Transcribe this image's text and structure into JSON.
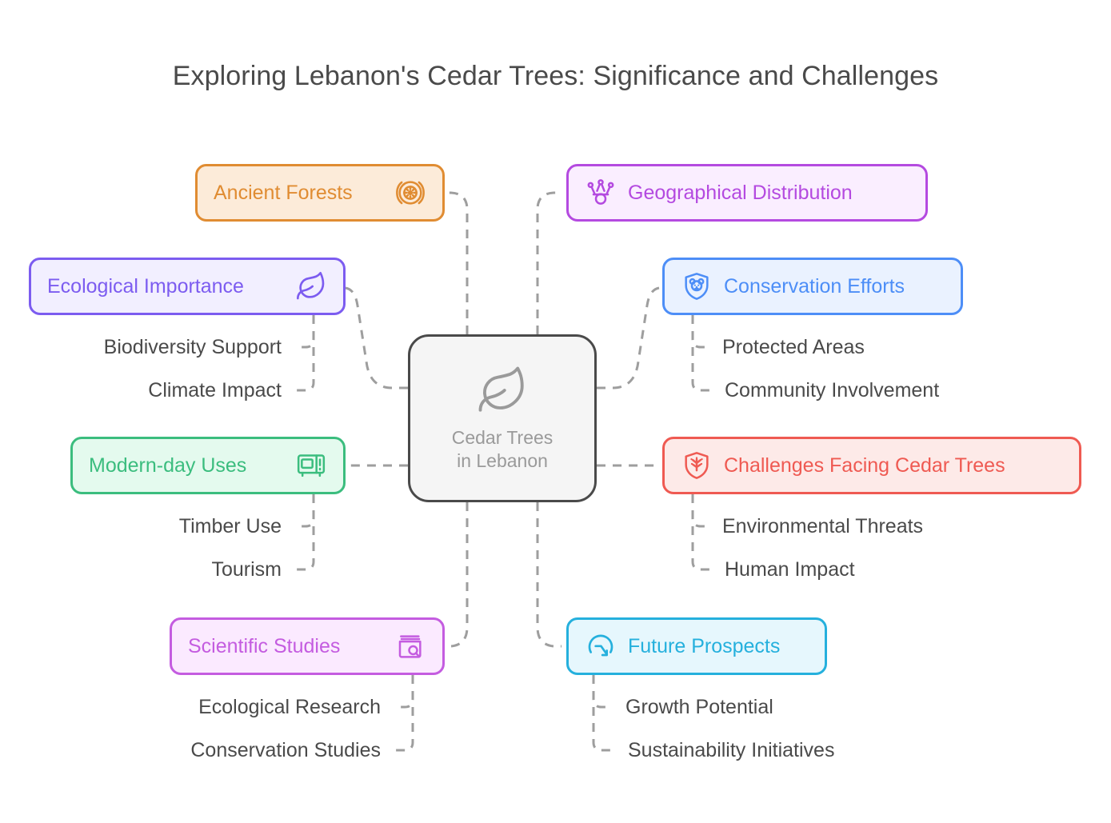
{
  "page": {
    "title": "Exploring Lebanon's Cedar Trees: Significance and Challenges",
    "background": "#ffffff",
    "edge_color": "#9e9e9e"
  },
  "center": {
    "label": "Cedar Trees\nin Lebanon",
    "icon": "leaf-icon",
    "border_color": "#4a4a4a",
    "fill_color": "#f5f5f5",
    "text_color": "#9a9a9a"
  },
  "branches": [
    {
      "id": "ancient-forests",
      "label": "Ancient Forests",
      "icon": "tree-rings-icon",
      "icon_side": "right",
      "color": "#e08c32",
      "fill": "#fcebd9",
      "children": []
    },
    {
      "id": "ecological-importance",
      "label": "Ecological Importance",
      "icon": "leaf-icon",
      "icon_side": "right",
      "color": "#7c5cf0",
      "fill": "#f2efff",
      "children": [
        {
          "label": "Biodiversity Support"
        },
        {
          "label": "Climate Impact"
        }
      ]
    },
    {
      "id": "modern-day-uses",
      "label": "Modern-day Uses",
      "icon": "appliance-icon",
      "icon_side": "right",
      "color": "#3bbd7e",
      "fill": "#e4faee",
      "children": [
        {
          "label": "Timber Use"
        },
        {
          "label": "Tourism"
        }
      ]
    },
    {
      "id": "scientific-studies",
      "label": "Scientific Studies",
      "icon": "book-search-icon",
      "icon_side": "right",
      "color": "#c45ce0",
      "fill": "#fbeaff",
      "children": [
        {
          "label": "Ecological Research"
        },
        {
          "label": "Conservation Studies"
        }
      ]
    },
    {
      "id": "geographical-distribution",
      "label": "Geographical Distribution",
      "icon": "crown-icon",
      "icon_side": "left",
      "color": "#b44ae0",
      "fill": "#faeeff",
      "children": []
    },
    {
      "id": "conservation-efforts",
      "label": "Conservation Efforts",
      "icon": "shield-bear-icon",
      "icon_side": "left",
      "color": "#4d8ef7",
      "fill": "#eaf2ff",
      "children": [
        {
          "label": "Protected Areas"
        },
        {
          "label": "Community Involvement"
        }
      ]
    },
    {
      "id": "challenges-facing-cedar-trees",
      "label": "Challenges Facing Cedar Trees",
      "icon": "shield-pathogen-icon",
      "icon_side": "left",
      "color": "#ef5a52",
      "fill": "#fdeae8",
      "children": [
        {
          "label": "Environmental Threats"
        },
        {
          "label": "Human Impact"
        }
      ]
    },
    {
      "id": "future-prospects",
      "label": "Future Prospects",
      "icon": "gauge-icon",
      "icon_side": "left",
      "color": "#25b0dd",
      "fill": "#e6f7fd",
      "children": [
        {
          "label": "Growth Potential"
        },
        {
          "label": "Sustainability Initiatives"
        }
      ]
    }
  ]
}
